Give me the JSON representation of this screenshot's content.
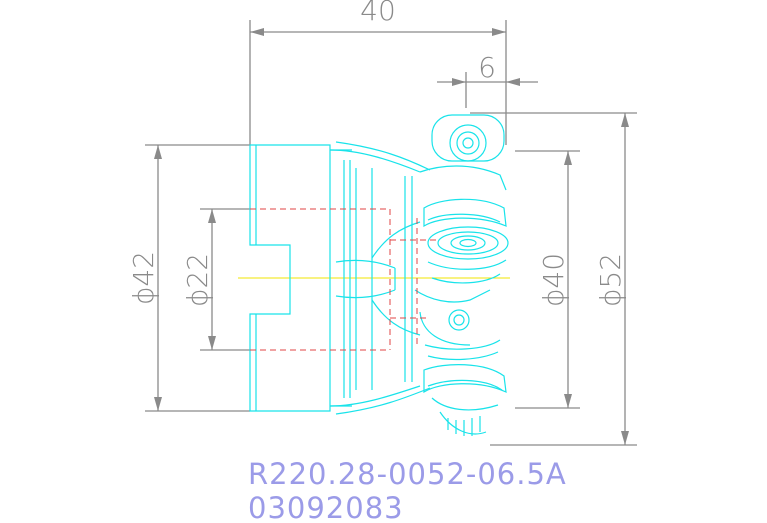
{
  "dimensions": {
    "overall_length": "40",
    "insert_offset": "6",
    "body_diameter": "ϕ42",
    "bore_diameter": "ϕ22",
    "inner_cutting_diameter": "ϕ40",
    "cutting_diameter": "ϕ52"
  },
  "part": {
    "designation": "R220.28-0052-06.5A",
    "item_number": "03092083"
  },
  "colors": {
    "geometry": "#19e3ea",
    "hidden_lines": "#e04545",
    "centerline": "#f2e600",
    "dimensions": "#8a8a8a",
    "part_text": "#9b9be8"
  }
}
